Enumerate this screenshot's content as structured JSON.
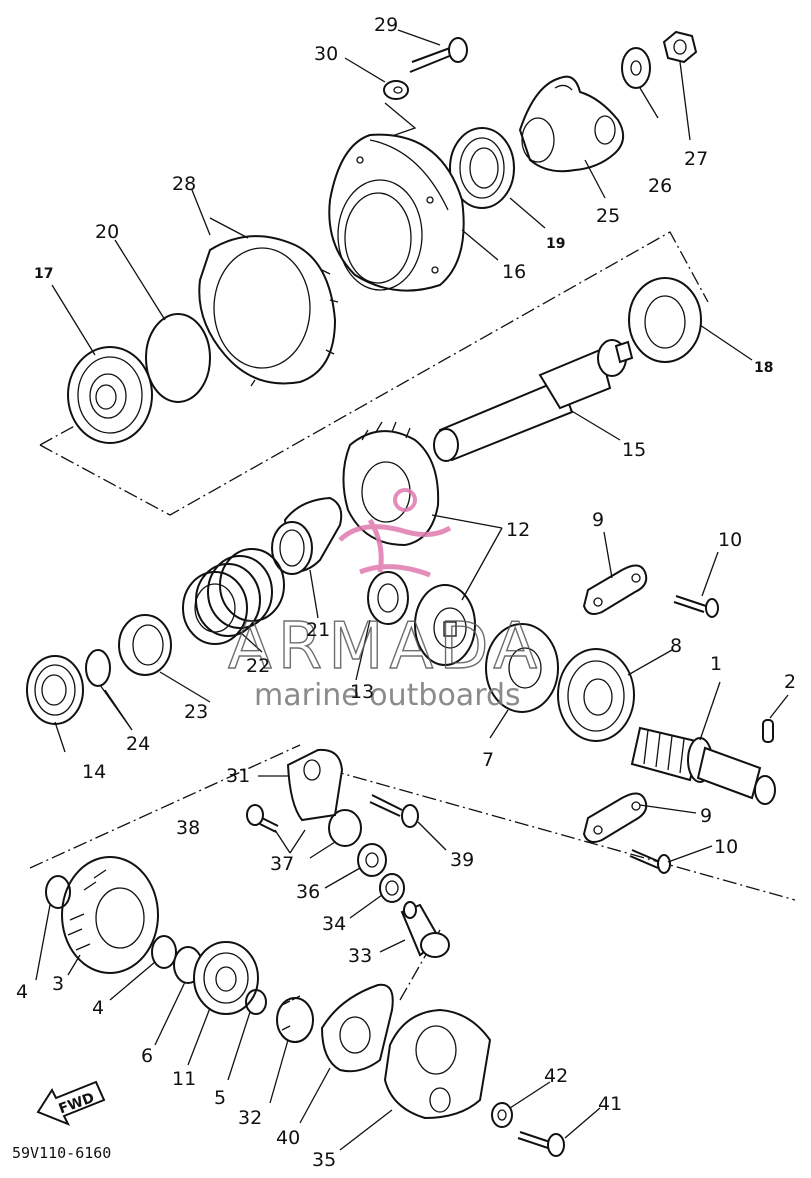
{
  "labels": {
    "p1": "1",
    "p2": "2",
    "p3": "3",
    "p4a": "4",
    "p4b": "4",
    "p5": "5",
    "p6": "6",
    "p7": "7",
    "p8": "8",
    "p9a": "9",
    "p9b": "9",
    "p10a": "10",
    "p10b": "10",
    "p11": "11",
    "p12": "12",
    "p13": "13",
    "p14": "14",
    "p15": "15",
    "p16": "16",
    "p17": "17",
    "p18": "18",
    "p19": "19",
    "p20": "20",
    "p21": "21",
    "p22": "22",
    "p23": "23",
    "p24": "24",
    "p25": "25",
    "p26": "26",
    "p27": "27",
    "p28": "28",
    "p29": "29",
    "p30": "30",
    "p31": "31",
    "p32": "32",
    "p33": "33",
    "p34": "34",
    "p35": "35",
    "p36": "36",
    "p37": "37",
    "p38": "38",
    "p39": "39",
    "p40": "40",
    "p41": "41",
    "p42": "42"
  },
  "watermark": {
    "name": "ARMADA",
    "subtitle": "marine outboards",
    "accent_color": "#e07ab0"
  },
  "fwd_label": "FWD",
  "diagram_code": "59V110-6160"
}
